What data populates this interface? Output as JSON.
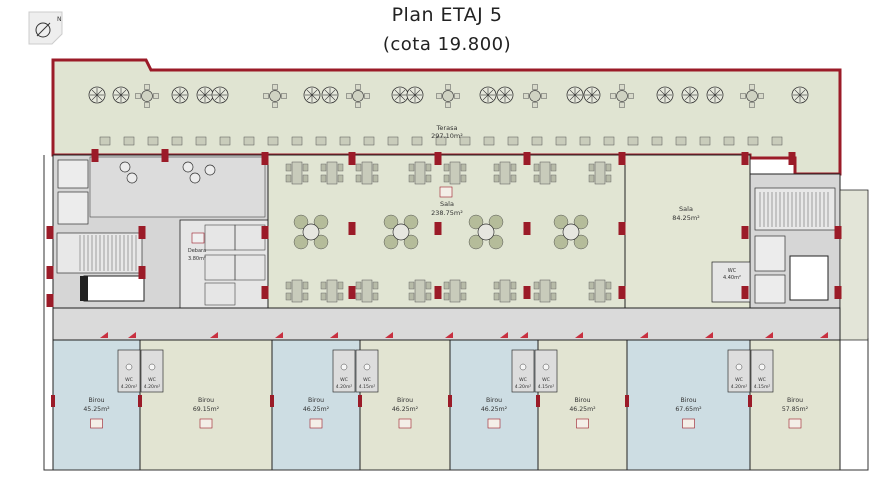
{
  "title": "Plan ETAJ 5",
  "subtitle": "(cota 19.800)",
  "compass_label": "N",
  "colors": {
    "terrace": "#e0e4d2",
    "hall": "#e1e5d3",
    "office": "#cddde3",
    "office_alt": "#e2e4d2",
    "corridor": "#dadada",
    "core": "#d3d3d3",
    "wall": "#9b1b28",
    "outline": "#222222"
  },
  "rooms": {
    "terasa": {
      "name": "Terasa",
      "area": "297.10m²"
    },
    "sala_main": {
      "name": "Sala",
      "area": "238.75m²"
    },
    "sala_right": {
      "name": "Sala",
      "area": "84.25m²"
    },
    "debara": {
      "name": "Debara",
      "area": "3.80m²"
    },
    "wc_core_right": {
      "name": "WC",
      "area": "4.40m²"
    },
    "offices": [
      {
        "name": "Birou",
        "area": "45.25m²"
      },
      {
        "name": "Birou",
        "area": "69.15m²"
      },
      {
        "name": "Birou",
        "area": "46.25m²"
      },
      {
        "name": "Birou",
        "area": "46.25m²"
      },
      {
        "name": "Birou",
        "area": "46.25m²"
      },
      {
        "name": "Birou",
        "area": "46.25m²"
      },
      {
        "name": "Birou",
        "area": "67.65m²"
      },
      {
        "name": "Birou",
        "area": "57.85m²"
      }
    ],
    "office_wcs": [
      {
        "name": "WC",
        "area": "4.20m²"
      },
      {
        "name": "WC",
        "area": "4.20m²"
      },
      {
        "name": "WC",
        "area": "4.20m²"
      },
      {
        "name": "WC",
        "area": "4.15m²"
      },
      {
        "name": "WC",
        "area": "4.20m²"
      },
      {
        "name": "WC",
        "area": "4.15m²"
      },
      {
        "name": "WC",
        "area": "4.20m²"
      },
      {
        "name": "WC",
        "area": "4.15m²"
      }
    ]
  }
}
